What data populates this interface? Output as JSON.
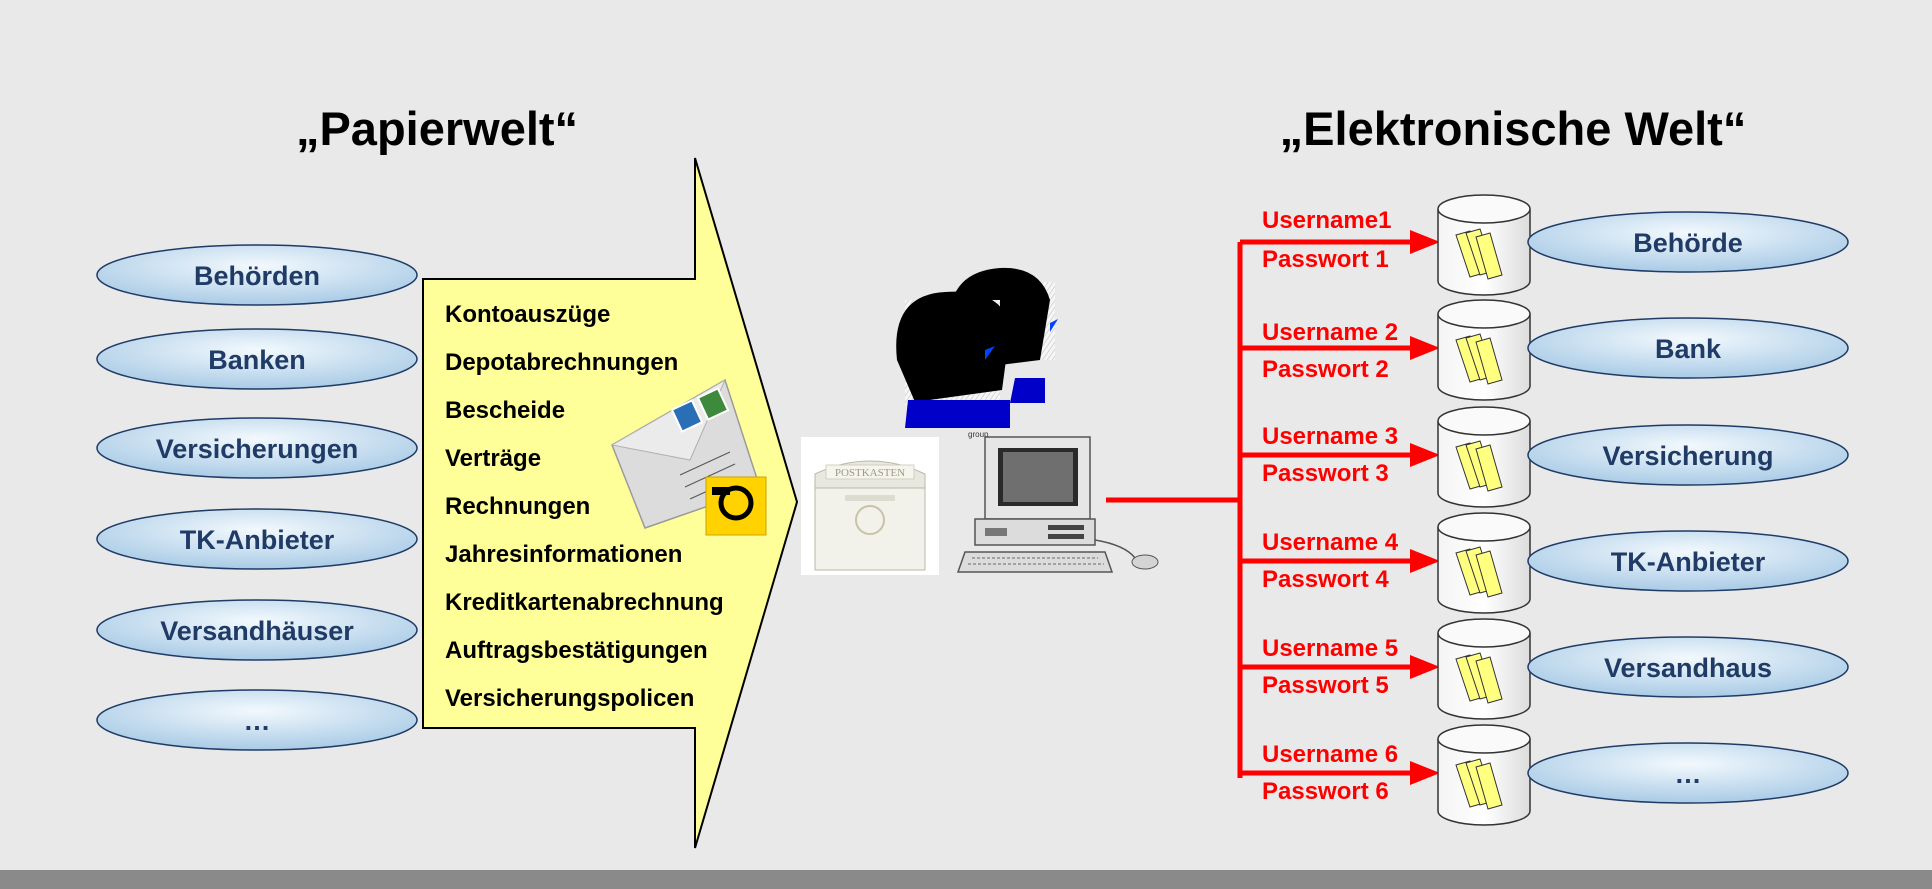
{
  "titles": {
    "left": "„Papierwelt“",
    "right": "„Elektronische Welt“"
  },
  "paper_sources": [
    "Behörden",
    "Banken",
    "Versicherungen",
    "TK-Anbieter",
    "Versandhäuser",
    "…"
  ],
  "document_types": [
    "Kontoauszüge",
    "Depotabrechnungen",
    "Bescheide",
    "Verträge",
    "Rechnungen",
    "Jahresinformationen",
    "Kreditkartenabrechnung",
    "Auftragsbestätigungen",
    "Versicherungspolicen"
  ],
  "credentials": [
    {
      "username": "Username1",
      "password": "Passwort 1"
    },
    {
      "username": "Username 2",
      "password": "Passwort 2"
    },
    {
      "username": "Username 3",
      "password": "Passwort 3"
    },
    {
      "username": "Username 4",
      "password": "Passwort 4"
    },
    {
      "username": "Username 5",
      "password": "Passwort 5"
    },
    {
      "username": "Username 6",
      "password": "Passwort 6"
    }
  ],
  "services": [
    "Behörde",
    "Bank",
    "Versicherung",
    "TK-Anbieter",
    "Versandhaus",
    "…"
  ],
  "mailbox_label": "POSTKASTEN",
  "group_caption": "group",
  "colors": {
    "background": "#e9e9e9",
    "oval_fill_light": "#eef6fc",
    "oval_fill_dark": "#a9cbe6",
    "arrow_fill": "#ffff99",
    "connector": "#ff0000",
    "label_text": "#1f3b66"
  }
}
